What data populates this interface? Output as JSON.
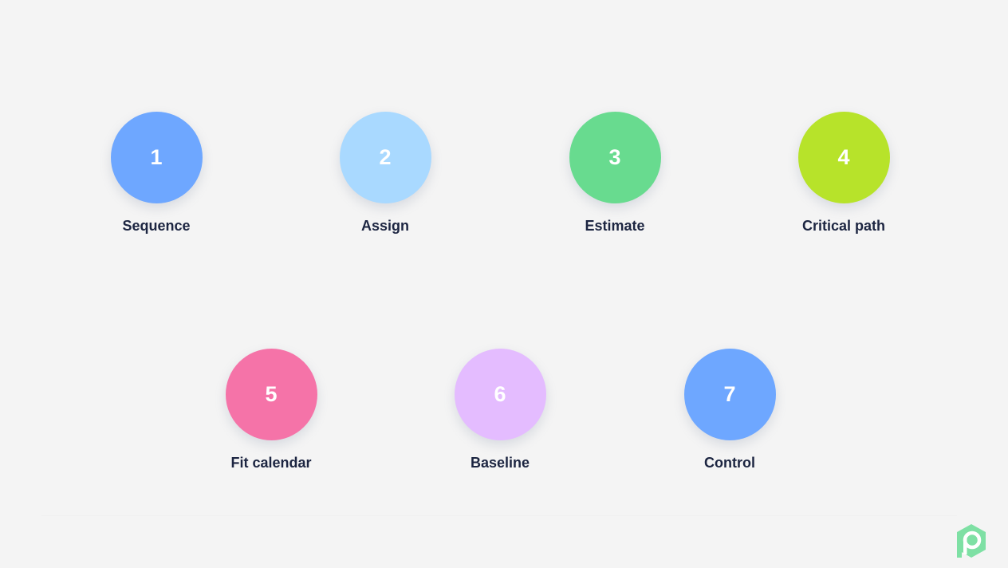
{
  "steps": [
    {
      "number": "1",
      "label": "Sequence",
      "color": "#6ea7ff"
    },
    {
      "number": "2",
      "label": "Assign",
      "color": "#a9d9ff"
    },
    {
      "number": "3",
      "label": "Estimate",
      "color": "#68db8f"
    },
    {
      "number": "4",
      "label": "Critical path",
      "color": "#b7e32a"
    },
    {
      "number": "5",
      "label": "Fit calendar",
      "color": "#f573a8"
    },
    {
      "number": "6",
      "label": "Baseline",
      "color": "#e4bcff"
    },
    {
      "number": "7",
      "label": "Control",
      "color": "#6ea7ff"
    }
  ],
  "logo": {
    "icon": "brand-logo-icon",
    "color": "#7ee0a4"
  }
}
